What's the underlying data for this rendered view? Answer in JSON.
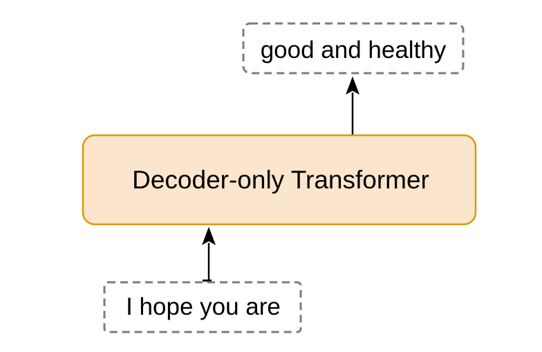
{
  "diagram": {
    "title": "decoder-only-transformer-flow",
    "model": {
      "label": "Decoder-only Transformer"
    },
    "input": {
      "label": "I hope you are"
    },
    "output": {
      "label": "good and healthy"
    },
    "colors": {
      "model_fill": "#FCE5CD",
      "model_stroke": "#D79B00",
      "dashed_stroke": "#7B7B7B",
      "arrow": "#000000",
      "text": "#000000",
      "background": "#FFFFFF"
    }
  }
}
